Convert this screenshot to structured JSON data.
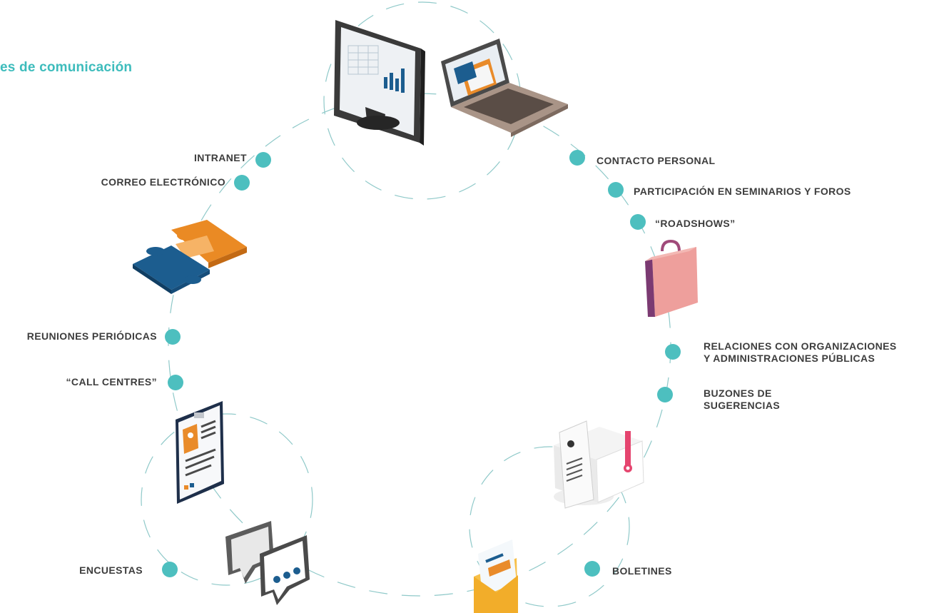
{
  "title": "es de comunicación",
  "accent_color": "#4dbfbf",
  "channels": [
    {
      "label": "INTRANET"
    },
    {
      "label": "CORREO ELECTRÓNICO"
    },
    {
      "label": "CONTACTO PERSONAL"
    },
    {
      "label": "PARTICIPACIÓN EN SEMINARIOS Y FOROS"
    },
    {
      "label": "“ROADSHOWS”"
    },
    {
      "label_lines": [
        "RELACIONES CON ORGANIZACIONES",
        "Y ADMINISTRACIONES PÚBLICAS"
      ]
    },
    {
      "label_lines": [
        "BUZONES DE",
        "SUGERENCIAS"
      ]
    },
    {
      "label": "REUNIONES PERIÓDICAS"
    },
    {
      "label": "“CALL CENTRES”"
    },
    {
      "label": "ENCUESTAS"
    },
    {
      "label": "BOLETINES"
    }
  ],
  "illustrations": [
    {
      "icon": "desktop-monitor-icon"
    },
    {
      "icon": "laptop-icon"
    },
    {
      "icon": "puzzle-icon"
    },
    {
      "icon": "briefcase-icon"
    },
    {
      "icon": "clipboard-resume-icon"
    },
    {
      "icon": "speech-bubbles-icon"
    },
    {
      "icon": "newsletter-envelope-icon"
    },
    {
      "icon": "mailbox-icon"
    }
  ]
}
